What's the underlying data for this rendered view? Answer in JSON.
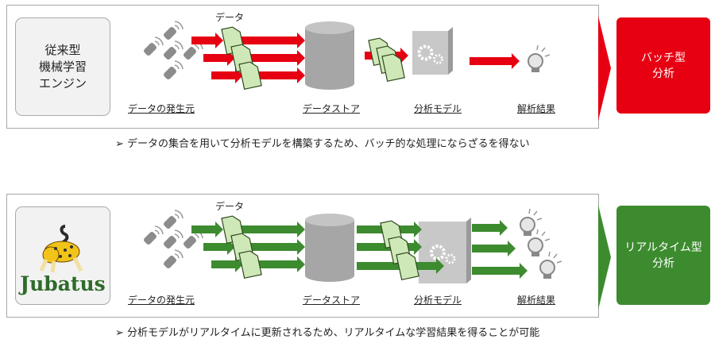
{
  "colors": {
    "batch": "#e60012",
    "realtime": "#3d8b2f"
  },
  "top": {
    "engine_label": "従来型\n機械学習\nエンジン",
    "data_label": "データ",
    "source_label": "データの発生元",
    "store_label": "データストア",
    "model_label": "分析モデル",
    "result_label": "解析結果",
    "result_box": "バッチ型\n分析",
    "caption": "➢ データの集合を用いて分析モデルを構築するため、バッチ的な処理にならざるを得ない"
  },
  "bottom": {
    "logo_text": "Jubatus",
    "data_label": "データ",
    "source_label": "データの発生元",
    "store_label": "データストア",
    "model_label": "分析モデル",
    "result_label": "解析結果",
    "result_box": "リアルタイム型\n分析",
    "caption": "➢ 分析モデルがリアルタイムに更新されるため、リアルタイムな学習結果を得ることが可能"
  }
}
